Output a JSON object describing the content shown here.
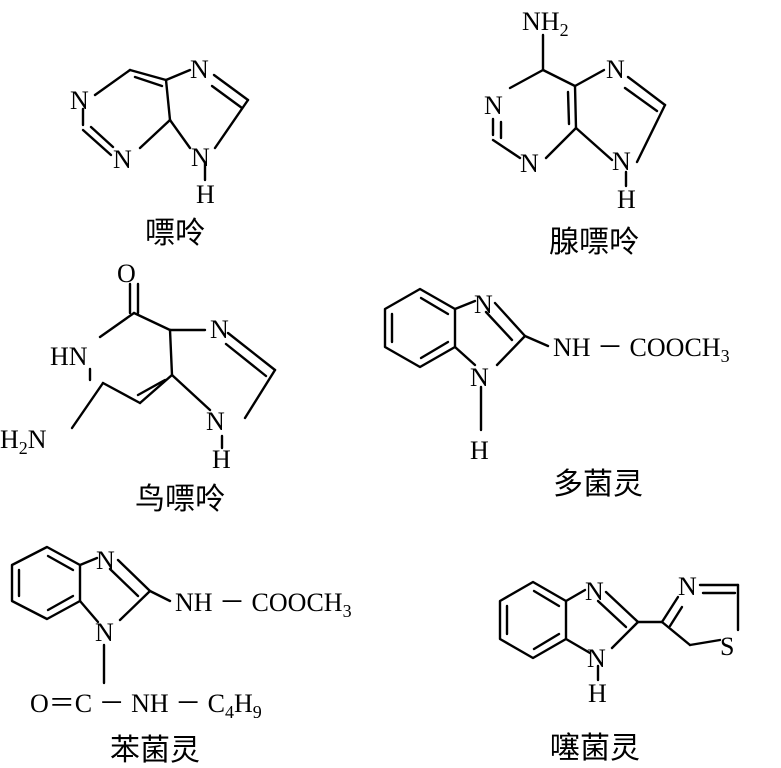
{
  "molecules": [
    {
      "name": "嘌呤"
    },
    {
      "name": "腺嘌呤",
      "substituent": "NH",
      "substituent_sub": "2"
    },
    {
      "name": "鸟嘌呤",
      "oxo": "O",
      "nh": "HN",
      "amino": "H",
      "amino_sub": "2",
      "amino_tail": "N"
    },
    {
      "name": "多菌灵",
      "chain": "NH － COOCH",
      "chain_sub": "3"
    },
    {
      "name": "苯菌灵",
      "chain": "NH － COOCH",
      "chain_sub": "3",
      "carbonyl": "O＝C － NH － C",
      "c_sub": "4",
      "h": "H",
      "h_sub": "9"
    },
    {
      "name": "噻菌灵",
      "s": "S"
    }
  ],
  "atoms": {
    "N": "N",
    "H": "H"
  }
}
